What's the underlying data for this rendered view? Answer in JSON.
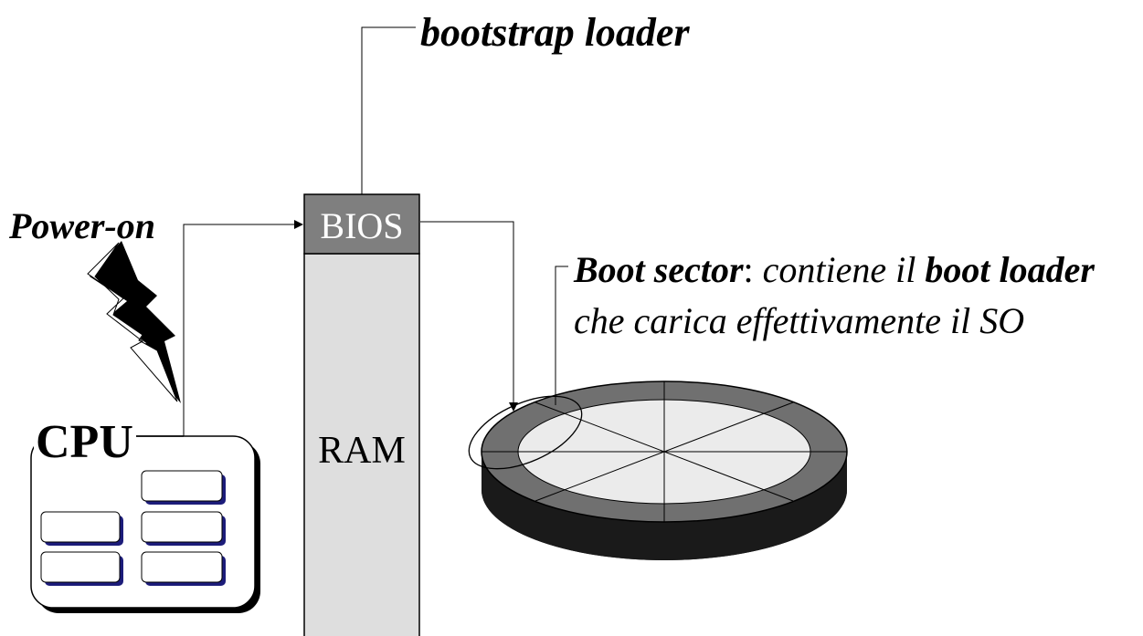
{
  "labels": {
    "bootstrap_loader": "bootstrap loader",
    "power_on": "Power-on",
    "bios": "BIOS",
    "ram": "RAM",
    "cpu": "CPU"
  },
  "boot_sector": {
    "title": "Boot sector",
    "colon": ":",
    "text_1": " contiene il ",
    "term": "boot loader",
    "text_2": " che carica effettivamente il SO"
  },
  "colors": {
    "bios_fill": "#7f7f7f",
    "ram_fill": "#dedede",
    "disk_ring": "#707070",
    "disk_face": "#ebebeb",
    "disk_side": "#1a1a1a",
    "cpu_register_shadow": "#1c1c7a"
  }
}
